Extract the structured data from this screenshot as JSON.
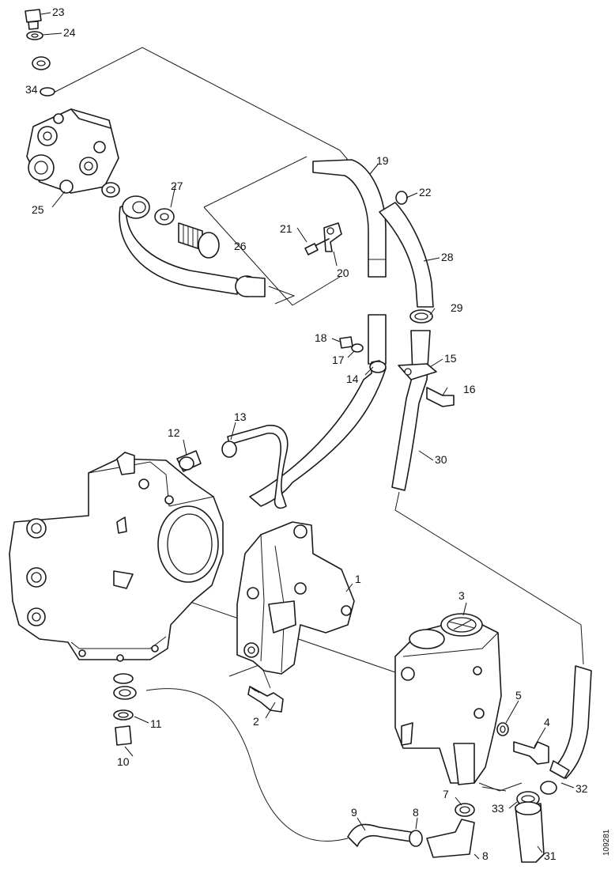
{
  "callouts": [
    {
      "id": "1",
      "text": "1"
    },
    {
      "id": "2",
      "text": "2"
    },
    {
      "id": "3",
      "text": "3"
    },
    {
      "id": "4",
      "text": "4"
    },
    {
      "id": "5",
      "text": "5"
    },
    {
      "id": "7",
      "text": "7"
    },
    {
      "id": "8a",
      "text": "8"
    },
    {
      "id": "8b",
      "text": "8"
    },
    {
      "id": "9",
      "text": "9"
    },
    {
      "id": "10",
      "text": "10"
    },
    {
      "id": "11",
      "text": "11"
    },
    {
      "id": "12",
      "text": "12"
    },
    {
      "id": "13",
      "text": "13"
    },
    {
      "id": "14",
      "text": "14"
    },
    {
      "id": "15",
      "text": "15"
    },
    {
      "id": "16",
      "text": "16"
    },
    {
      "id": "17",
      "text": "17"
    },
    {
      "id": "18",
      "text": "18"
    },
    {
      "id": "19",
      "text": "19"
    },
    {
      "id": "20",
      "text": "20"
    },
    {
      "id": "21",
      "text": "21"
    },
    {
      "id": "22",
      "text": "22"
    },
    {
      "id": "23",
      "text": "23"
    },
    {
      "id": "24",
      "text": "24"
    },
    {
      "id": "25",
      "text": "25"
    },
    {
      "id": "26",
      "text": "26"
    },
    {
      "id": "27",
      "text": "27"
    },
    {
      "id": "28",
      "text": "28"
    },
    {
      "id": "29",
      "text": "29"
    },
    {
      "id": "30",
      "text": "30"
    },
    {
      "id": "31",
      "text": "31"
    },
    {
      "id": "32",
      "text": "32"
    },
    {
      "id": "33",
      "text": "33"
    },
    {
      "id": "34",
      "text": "34"
    }
  ],
  "reference_code": "109281"
}
